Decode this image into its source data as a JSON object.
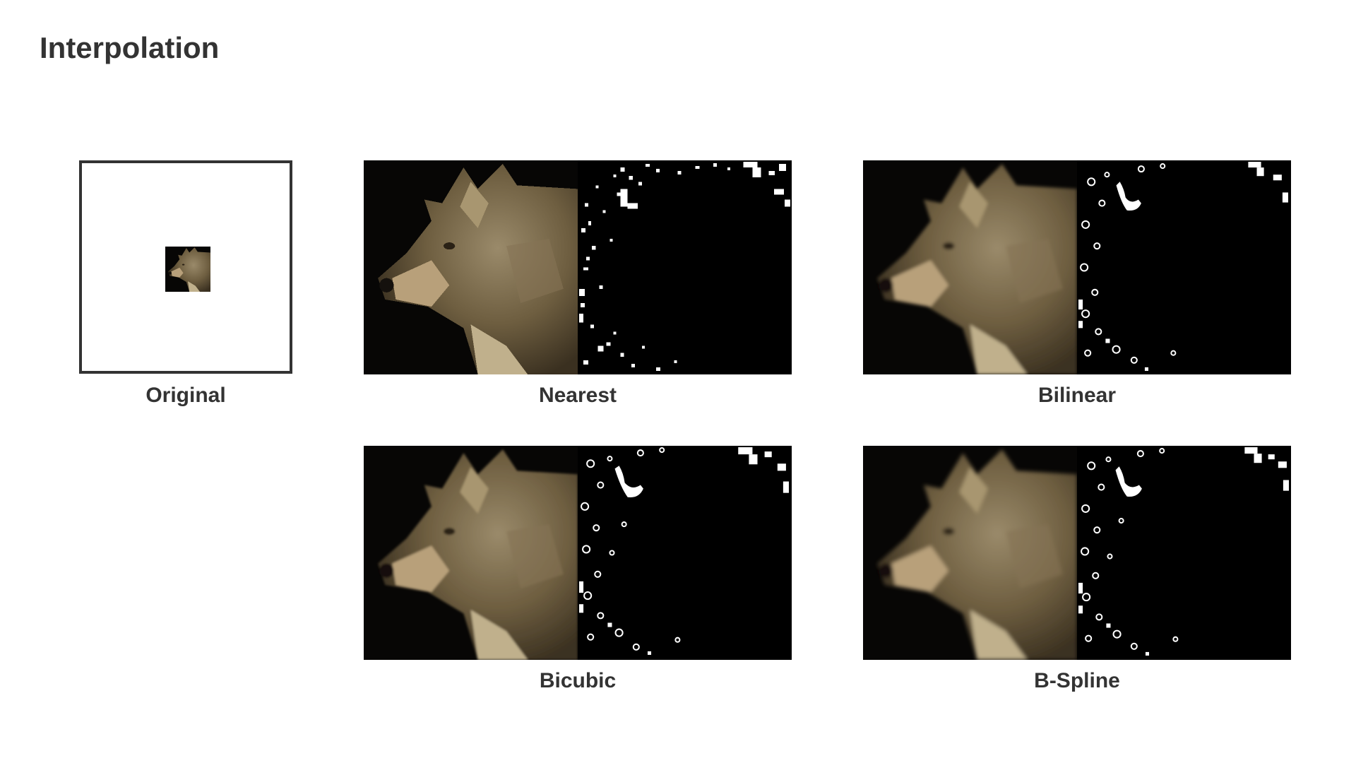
{
  "title": "Interpolation",
  "panels": {
    "original": {
      "label": "Original"
    },
    "nearest": {
      "label": "Nearest"
    },
    "bilinear": {
      "label": "Bilinear"
    },
    "bicubic": {
      "label": "Bicubic"
    },
    "bspline": {
      "label": "B-Spline"
    }
  },
  "colors": {
    "text": "#333333",
    "frame": "#333333",
    "image_background": "#000000",
    "difference_highlight": "#ffffff"
  }
}
